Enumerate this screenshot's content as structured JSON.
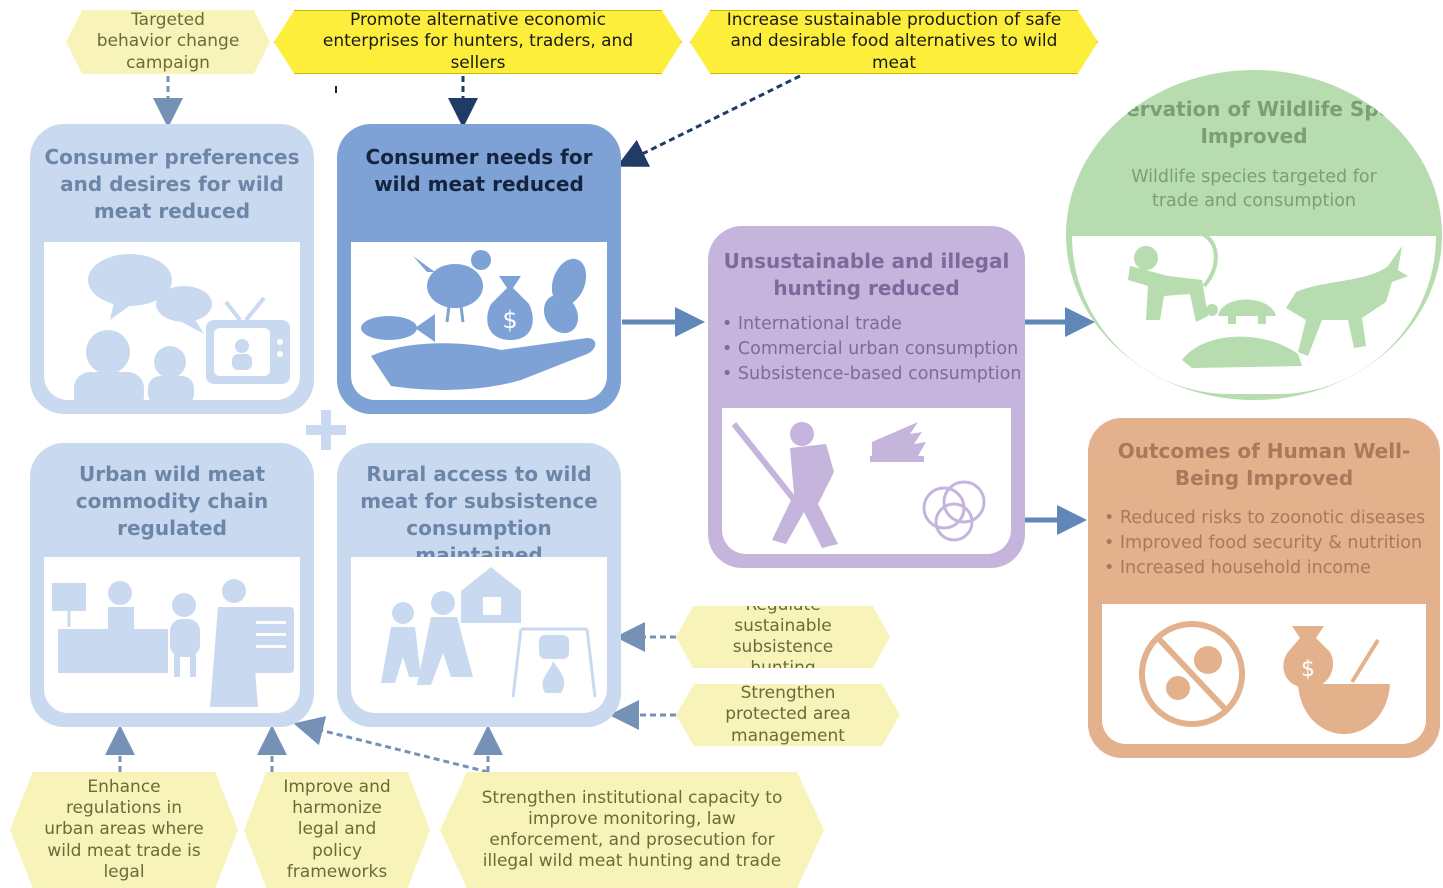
{
  "interventions": {
    "behavior": "Targeted behavior change campaign",
    "enterprises": "Promote alternative economic enterprises for hunters, traders, and sellers",
    "food_alt": "Increase sustainable production of safe and desirable food alternatives to wild meat",
    "subsistence": "Regulate sustainable subsistence hunting",
    "protected": "Strengthen protected area management",
    "urban_reg": "Enhance regulations in urban areas where wild meat trade is legal",
    "policy": "Improve and harmonize legal and policy frameworks",
    "capacity": "Strengthen institutional capacity to improve monitoring, law enforcement, and prosecution for illegal wild meat hunting and trade"
  },
  "boxes": {
    "preferences": "Consumer preferences and desires for wild meat reduced",
    "needs": "Consumer needs for wild meat reduced",
    "urban_chain": "Urban wild meat commodity chain regulated",
    "rural_access": "Rural access to wild meat for subsistence consumption maintained",
    "hunting": {
      "title": "Unsustainable and illegal hunting reduced",
      "items": [
        "International trade",
        "Commercial urban consumption",
        "Subsistence-based consumption"
      ]
    },
    "conservation": {
      "title": "Conservation of Wildlife Species Improved",
      "subtitle": "Wildlife species targeted for trade and consumption"
    },
    "wellbeing": {
      "title": "Outcomes of Human Well-Being Improved",
      "items": [
        "Reduced risks to zoonotic diseases",
        "Improved food security & nutrition",
        "Increased household income"
      ]
    }
  },
  "colors": {
    "pale_blue": "#c9daf0",
    "strong_blue": "#7ea1d6",
    "purple": "#c5b4dc",
    "green": "#b6dcb0",
    "orange": "#e3b18c",
    "pale_yellow": "#f8f3b9",
    "bright_yellow": "#fcee3b"
  },
  "icons": [
    "speech-bubbles-icon",
    "people-icon",
    "tv-icon",
    "chicken-icon",
    "fish-icon",
    "money-bag-icon",
    "beans-icon",
    "hand-icon",
    "market-stall-icon",
    "house-icon",
    "children-icon",
    "cooking-fire-icon",
    "hunter-icon",
    "trap-icon",
    "barbed-wire-icon",
    "monkey-icon",
    "tortoise-icon",
    "pangolin-icon",
    "antelope-icon",
    "no-virus-icon",
    "money-bowl-icon",
    "plus-icon"
  ]
}
